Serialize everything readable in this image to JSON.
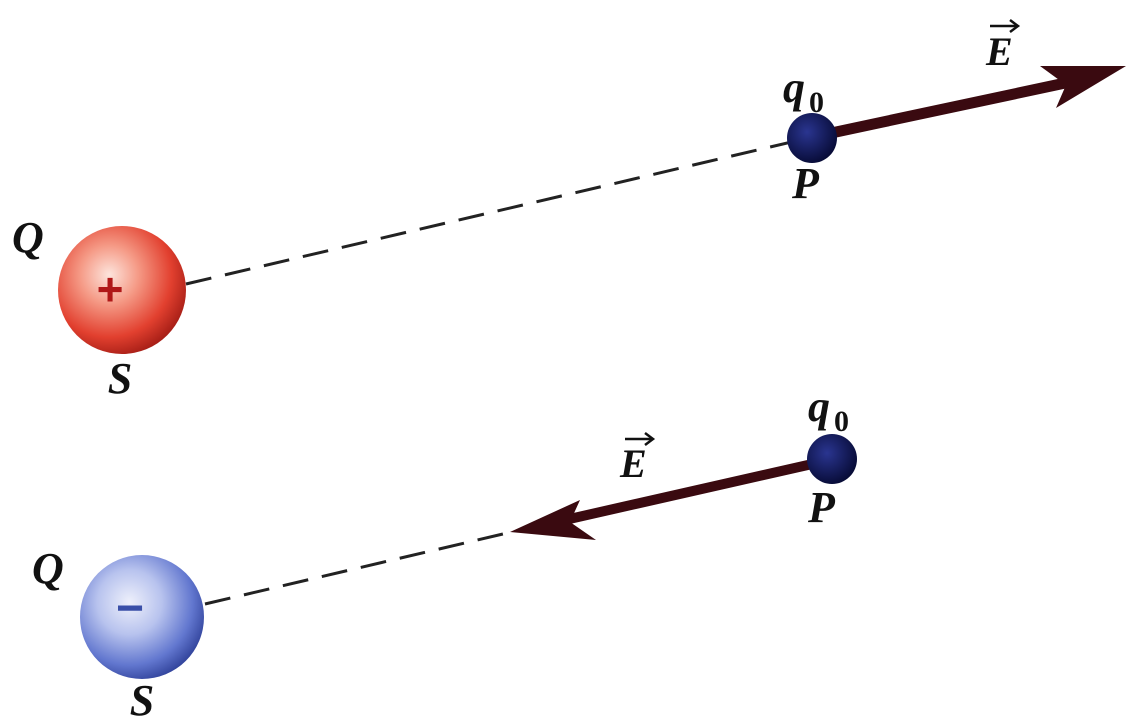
{
  "positive_case": {
    "source_label": "Q",
    "source_sign": "+",
    "source_point_label": "S",
    "test_charge_label": "q",
    "test_charge_subscript": "0",
    "field_point_label": "P",
    "field_label": "E",
    "field_direction": "away from source"
  },
  "negative_case": {
    "source_label": "Q",
    "source_sign": "−",
    "source_point_label": "S",
    "test_charge_label": "q",
    "test_charge_subscript": "0",
    "field_point_label": "P",
    "field_label": "E",
    "field_direction": "toward source"
  },
  "colors": {
    "positive_charge": "#e8473a",
    "negative_charge": "#6f86d6",
    "test_charge": "#0d1450",
    "field_arrow": "#3a0a10",
    "dashed_line": "#222222"
  }
}
